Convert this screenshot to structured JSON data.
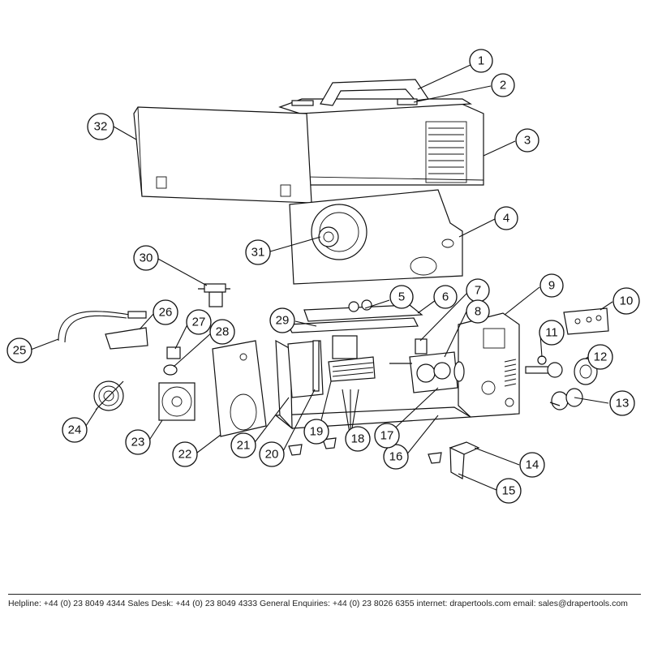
{
  "diagram": {
    "callouts": [
      "1",
      "2",
      "3",
      "4",
      "5",
      "6",
      "7",
      "8",
      "9",
      "10",
      "11",
      "12",
      "13",
      "14",
      "15",
      "16",
      "17",
      "18",
      "19",
      "20",
      "21",
      "22",
      "23",
      "24",
      "25",
      "26",
      "27",
      "28",
      "29",
      "30",
      "31",
      "32"
    ]
  },
  "footer": {
    "text": "Helpline: +44 (0) 23 8049 4344   Sales Desk: +44 (0) 23 8049 4333   General Enquiries: +44 (0) 23 8026 6355   internet: drapertools.com   email: sales@drapertools.com"
  }
}
